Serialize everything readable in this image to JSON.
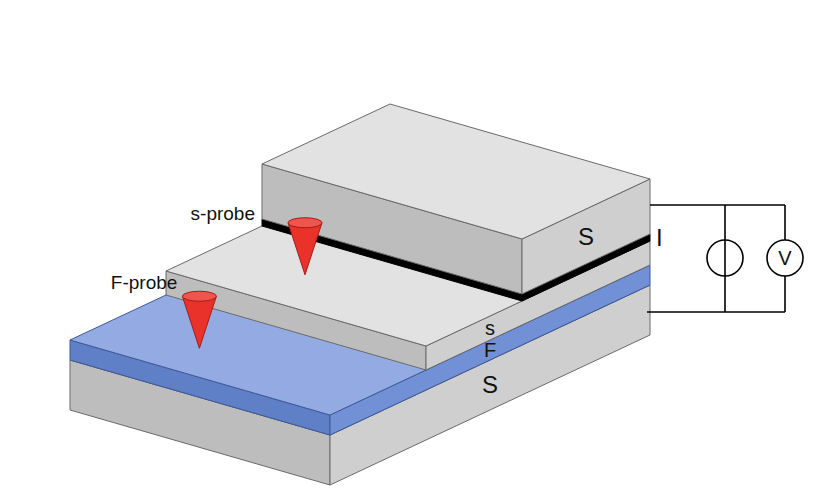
{
  "diagram": {
    "labels": [
      "S",
      "I",
      "V",
      "s-probe",
      "s",
      "F-probe",
      "F",
      "S"
    ]
  }
}
